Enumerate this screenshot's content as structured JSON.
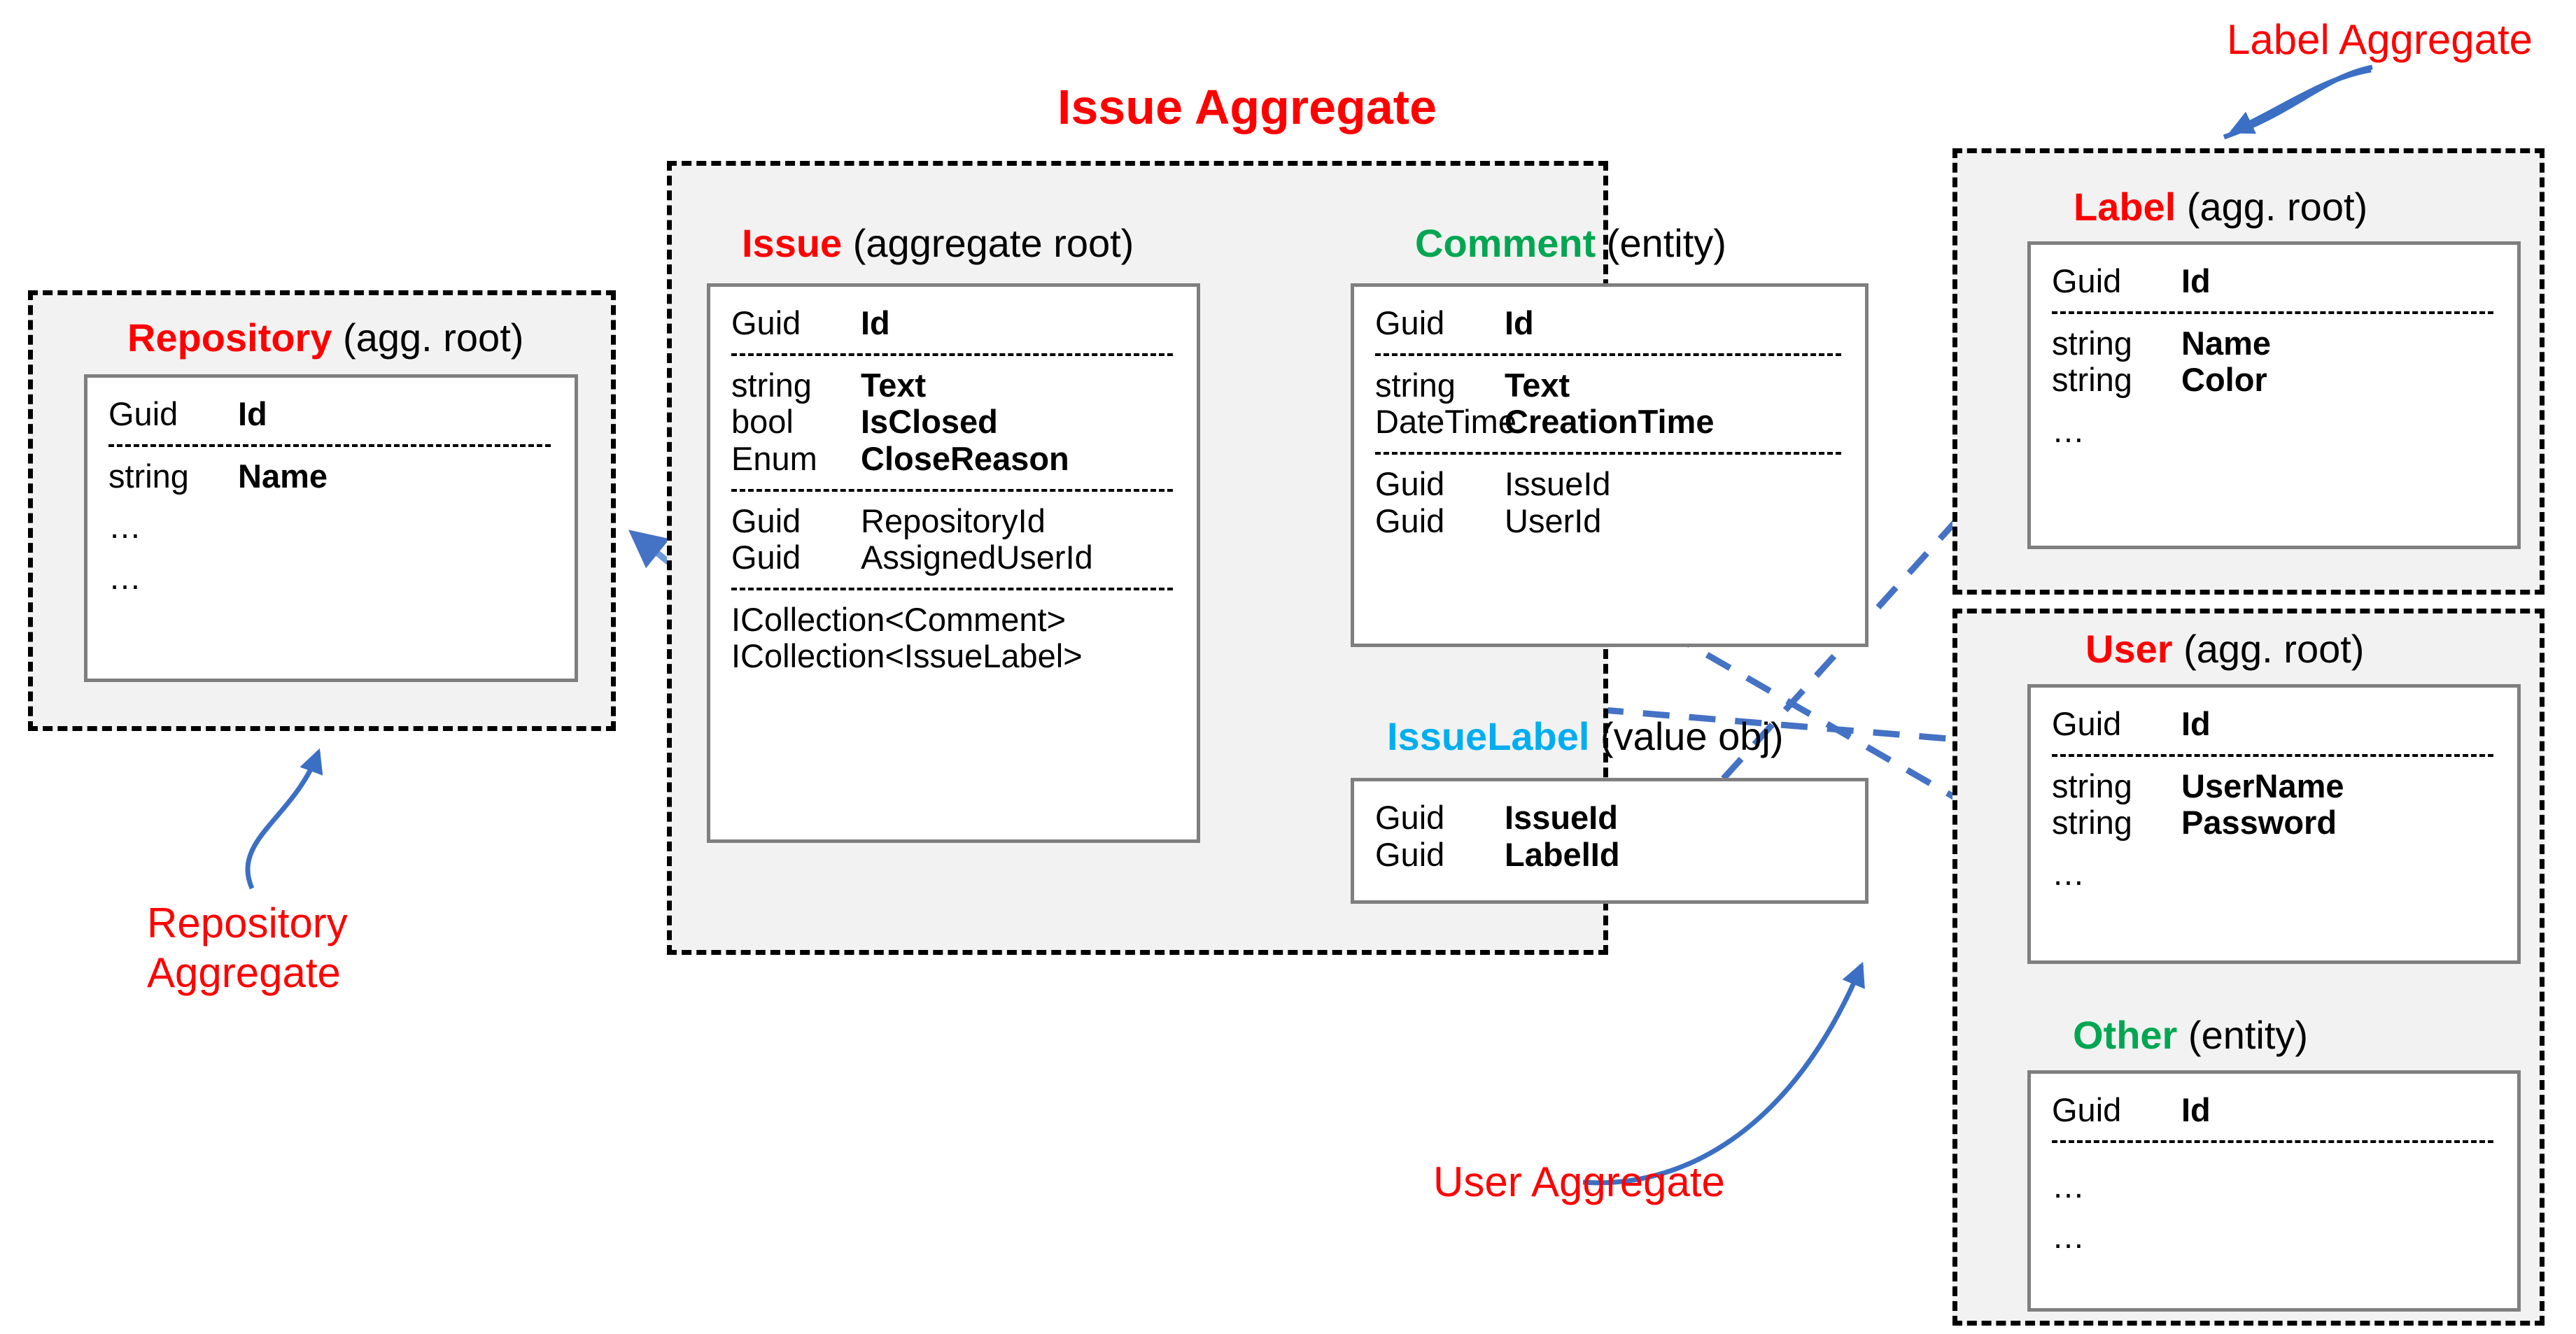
{
  "diagram": {
    "title": "Issue Aggregate",
    "colors": {
      "aggregate_root": "#FF0000",
      "entity": "#00A651",
      "value_object": "#00AEEF",
      "relation_arrow": "#4472C4",
      "callout": "#FF0000",
      "container_fill": "#F2F2F2",
      "card_border": "#7F7F7F"
    }
  },
  "callouts": {
    "label_aggregate": "Label Aggregate",
    "repository_aggregate": "Repository\nAggregate",
    "user_aggregate": "User Aggregate"
  },
  "entities": {
    "repository": {
      "name": "Repository",
      "kind": " (agg. root)",
      "name_color": "aggregate_root",
      "rows": [
        {
          "type": "Guid",
          "name": "Id",
          "bold": true
        },
        {
          "sep": true
        },
        {
          "type": "string",
          "name": "Name",
          "bold": true
        },
        {
          "type": "…",
          "name": "",
          "dots": true
        },
        {
          "type": "…",
          "name": "",
          "dots": true
        }
      ]
    },
    "issue": {
      "name": "Issue",
      "kind": " (aggregate root)",
      "name_color": "aggregate_root",
      "rows": [
        {
          "type": "Guid",
          "name": "Id",
          "bold": true
        },
        {
          "sep": true
        },
        {
          "type": "string",
          "name": "Text",
          "bold": true
        },
        {
          "type": "bool",
          "name": "IsClosed",
          "bold": true
        },
        {
          "type": "Enum",
          "name": "CloseReason",
          "bold": true
        },
        {
          "sep": true
        },
        {
          "type": "Guid",
          "name": "RepositoryId",
          "bold": false
        },
        {
          "type": "Guid",
          "name": "AssignedUserId",
          "bold": false
        },
        {
          "sep": true
        },
        {
          "wide": true,
          "name": "ICollection<Comment>"
        },
        {
          "wide": true,
          "name": "ICollection<IssueLabel>"
        }
      ]
    },
    "comment": {
      "name": "Comment",
      "kind": " (entity)",
      "name_color": "entity",
      "rows": [
        {
          "type": "Guid",
          "name": "Id",
          "bold": true
        },
        {
          "sep": true
        },
        {
          "type": "string",
          "name": "Text",
          "bold": true
        },
        {
          "type": "DateTime",
          "name": "CreationTime",
          "bold": true
        },
        {
          "sep": true
        },
        {
          "type": "Guid",
          "name": "IssueId",
          "bold": false
        },
        {
          "type": "Guid",
          "name": "UserId",
          "bold": false
        }
      ]
    },
    "issuelabel": {
      "name": "IssueLabel",
      "kind": " (value obj)",
      "name_color": "value_object",
      "rows": [
        {
          "type": "Guid",
          "name": "IssueId",
          "bold": true
        },
        {
          "type": "Guid",
          "name": "LabelId",
          "bold": true
        }
      ]
    },
    "label": {
      "name": "Label",
      "kind": " (agg. root)",
      "name_color": "aggregate_root",
      "rows": [
        {
          "type": "Guid",
          "name": "Id",
          "bold": true
        },
        {
          "sep": true
        },
        {
          "type": "string",
          "name": "Name",
          "bold": true
        },
        {
          "type": "string",
          "name": "Color",
          "bold": true
        },
        {
          "type": "…",
          "name": "",
          "dots": true
        }
      ]
    },
    "user": {
      "name": "User",
      "kind": " (agg. root)",
      "name_color": "aggregate_root",
      "rows": [
        {
          "type": "Guid",
          "name": "Id",
          "bold": true
        },
        {
          "sep": true
        },
        {
          "type": "string",
          "name": "UserName",
          "bold": true
        },
        {
          "type": "string",
          "name": "Password",
          "bold": true
        },
        {
          "type": "…",
          "name": "",
          "dots": true
        }
      ]
    },
    "other": {
      "name": "Other",
      "kind": " (entity)",
      "name_color": "entity",
      "rows": [
        {
          "type": "Guid",
          "name": "Id",
          "bold": true
        },
        {
          "sep": true
        },
        {
          "type": "…",
          "name": "",
          "dots": true
        },
        {
          "type": "…",
          "name": "",
          "dots": true
        }
      ]
    }
  },
  "relations": [
    {
      "from": "issue.ICollection<Comment>",
      "to": "comment",
      "style": "dashed"
    },
    {
      "from": "issue.ICollection<IssueLabel>",
      "to": "issuelabel",
      "style": "dashed"
    },
    {
      "from": "issue.AssignedUserId",
      "to": "user",
      "style": "dashed"
    },
    {
      "from": "comment.UserId",
      "to": "user",
      "style": "dashed"
    },
    {
      "from": "comment.IssueId",
      "to": "issue",
      "style": "dashed"
    },
    {
      "from": "issuelabel.LabelId",
      "to": "label",
      "style": "dashed"
    },
    {
      "from": "user",
      "to": "other",
      "style": "solid"
    }
  ]
}
